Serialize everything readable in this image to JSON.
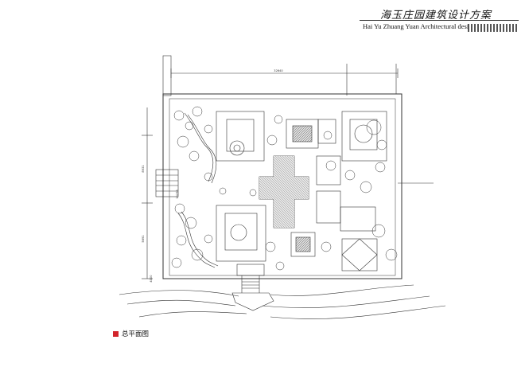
{
  "title": {
    "chinese": "海玉庄园建筑设计方案",
    "english": "Hai Yu Zhuang Yuan Architectural design"
  },
  "legend": {
    "label": "总平面图",
    "color": "#d2242b"
  },
  "dimensions": {
    "top_overall": "32640",
    "left_vertical": "8931",
    "left_lower": "4000",
    "left_bottom": "5691",
    "left_mid": "10276"
  }
}
